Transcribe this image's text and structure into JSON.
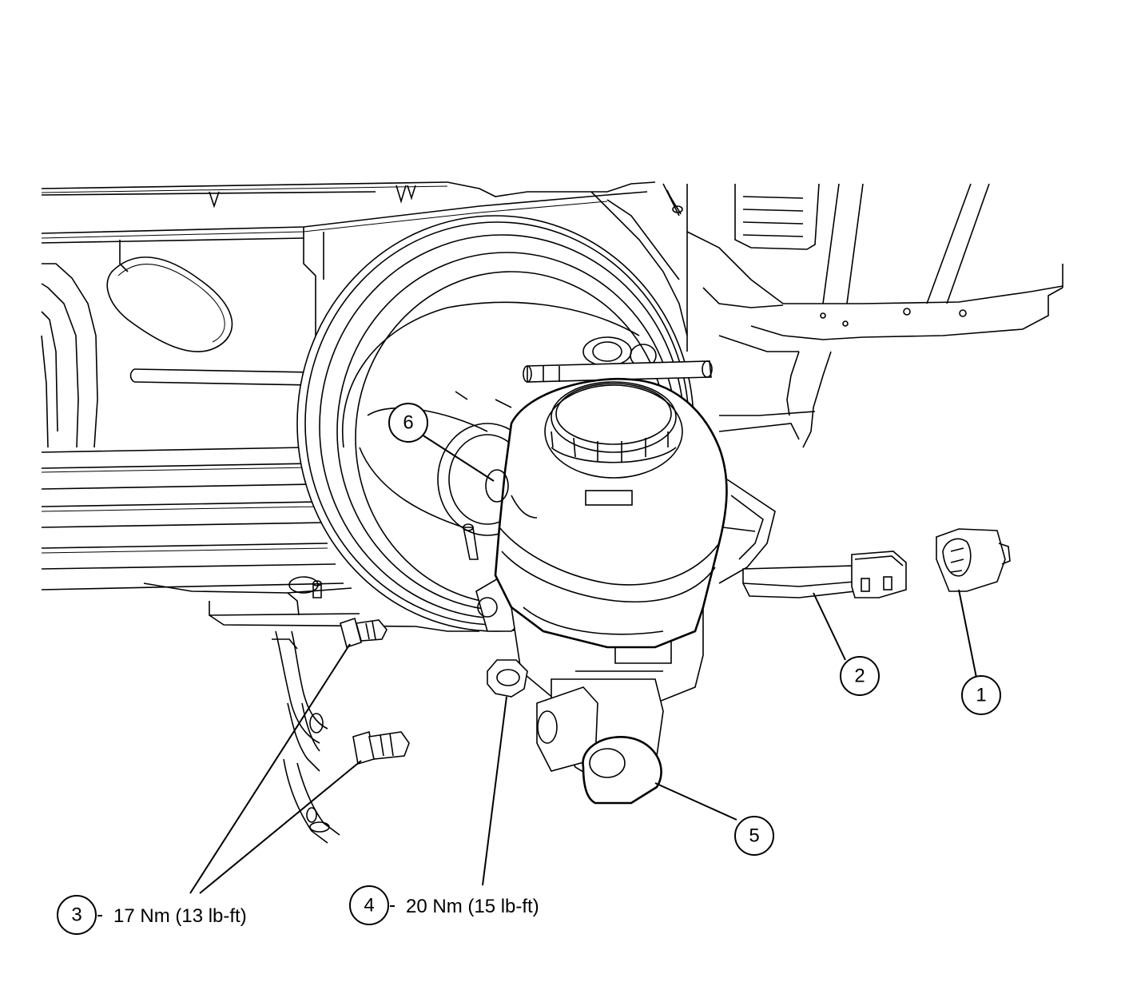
{
  "callouts": [
    {
      "id": "1",
      "label": "1"
    },
    {
      "id": "2",
      "label": "2"
    },
    {
      "id": "3",
      "label": "3",
      "torque": "17 Nm (13 lb-ft)"
    },
    {
      "id": "4",
      "label": "4",
      "torque": "20 Nm (15 lb-ft)"
    },
    {
      "id": "5",
      "label": "5"
    },
    {
      "id": "6",
      "label": "6"
    }
  ]
}
